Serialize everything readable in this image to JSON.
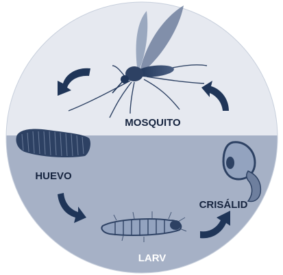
{
  "labels": {
    "mosquito": "MOSQUITO",
    "egg": "HUEVO",
    "larva": "LARV",
    "pupa": "CRISÁLID"
  },
  "colors": {
    "upper_half": "#e6e9f0",
    "lower_half": "#a6b1c6",
    "arrow": "#1f3558",
    "organism_dark": "#2d4163",
    "organism_light": "#93a3bf",
    "label": "#16243f",
    "background": "#ffffff"
  },
  "icons": {
    "cycle_arrows": "curved-arrow",
    "stages": [
      "mosquito-illustration",
      "egg-raft-illustration",
      "larva-illustration",
      "pupa-illustration"
    ]
  }
}
